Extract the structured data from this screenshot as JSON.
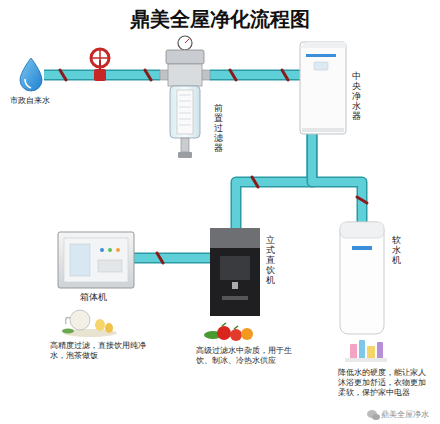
{
  "diagram": {
    "title": "鼎美全屋净化流程图",
    "nodes": [
      {
        "text": [
          "市政自来水"
        ]
      },
      {
        "text": [
          "前置过滤器"
        ]
      },
      {
        "text": [
          "中央净水器"
        ]
      },
      {
        "text": [
          "箱体机",
          "高精度过滤，直接饮用纯净水，泡茶做饭"
        ]
      },
      {
        "text": [
          "立式直饮机",
          "高级过滤水中杂质，用于生饮、制冰、冷热水供应"
        ]
      },
      {
        "text": [
          "软水机",
          "降低水的硬度，能让家人沐浴更加舒适，衣物更加柔软，保护家中电器"
        ]
      }
    ],
    "edges": [
      {
        "from": 0,
        "to": 1,
        "arrow": "none"
      },
      {
        "from": 1,
        "to": 2,
        "arrow": "none"
      },
      {
        "from": 2,
        "to": 4,
        "arrow": "none"
      },
      {
        "from": 2,
        "to": 5,
        "arrow": "none"
      },
      {
        "from": 4,
        "to": 3,
        "arrow": "none"
      }
    ],
    "labels": [
      "鼎美全屋净水"
    ]
  }
}
